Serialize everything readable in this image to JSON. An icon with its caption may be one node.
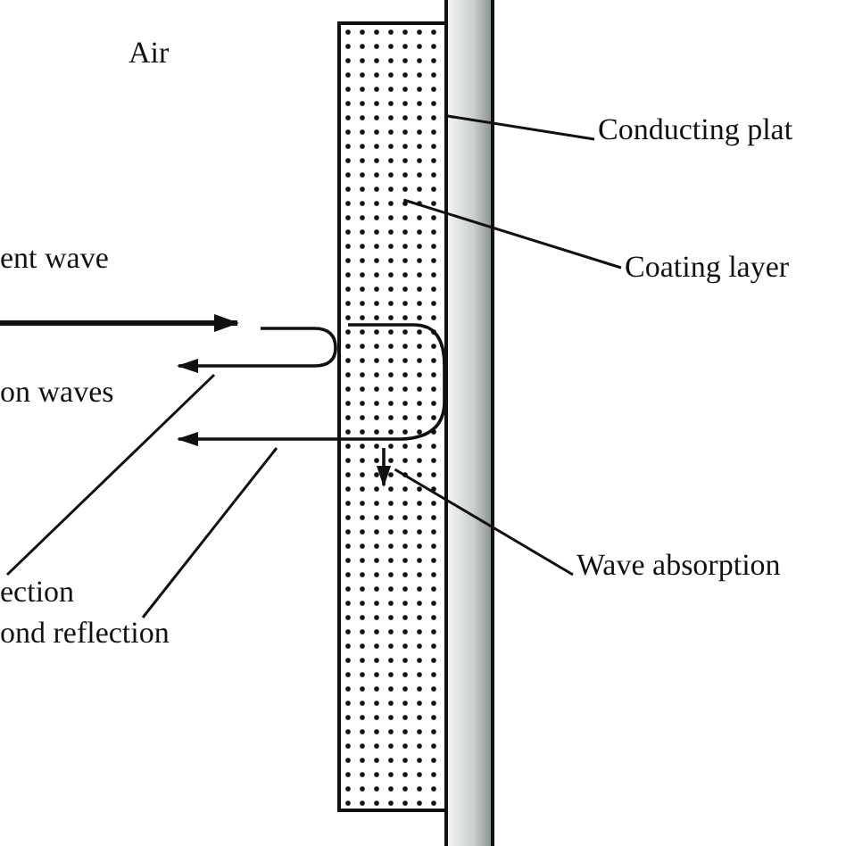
{
  "diagram": {
    "nodes": [
      {
        "text": [
          "Conducting plat"
        ]
      },
      {
        "text": [],
        "shape": "bar"
      },
      {
        "text": [
          "Coating layer"
        ]
      },
      {
        "text": [],
        "shape": "box"
      },
      {
        "text": [
          "Wave absorption"
        ]
      },
      {
        "text": [
          "ection"
        ]
      },
      {
        "text": [
          "ond reflection"
        ]
      }
    ],
    "edges": [
      {
        "from": 0,
        "to": 1,
        "arrow": "none"
      },
      {
        "from": 2,
        "to": 3,
        "arrow": "none"
      },
      {
        "from": 4,
        "to": 3,
        "arrow": "none"
      },
      {
        "from": 5,
        "to": null,
        "arrow": "none"
      },
      {
        "from": 6,
        "to": null,
        "arrow": "none"
      }
    ],
    "labels": [
      "Air",
      "ent wave",
      "on waves"
    ]
  }
}
